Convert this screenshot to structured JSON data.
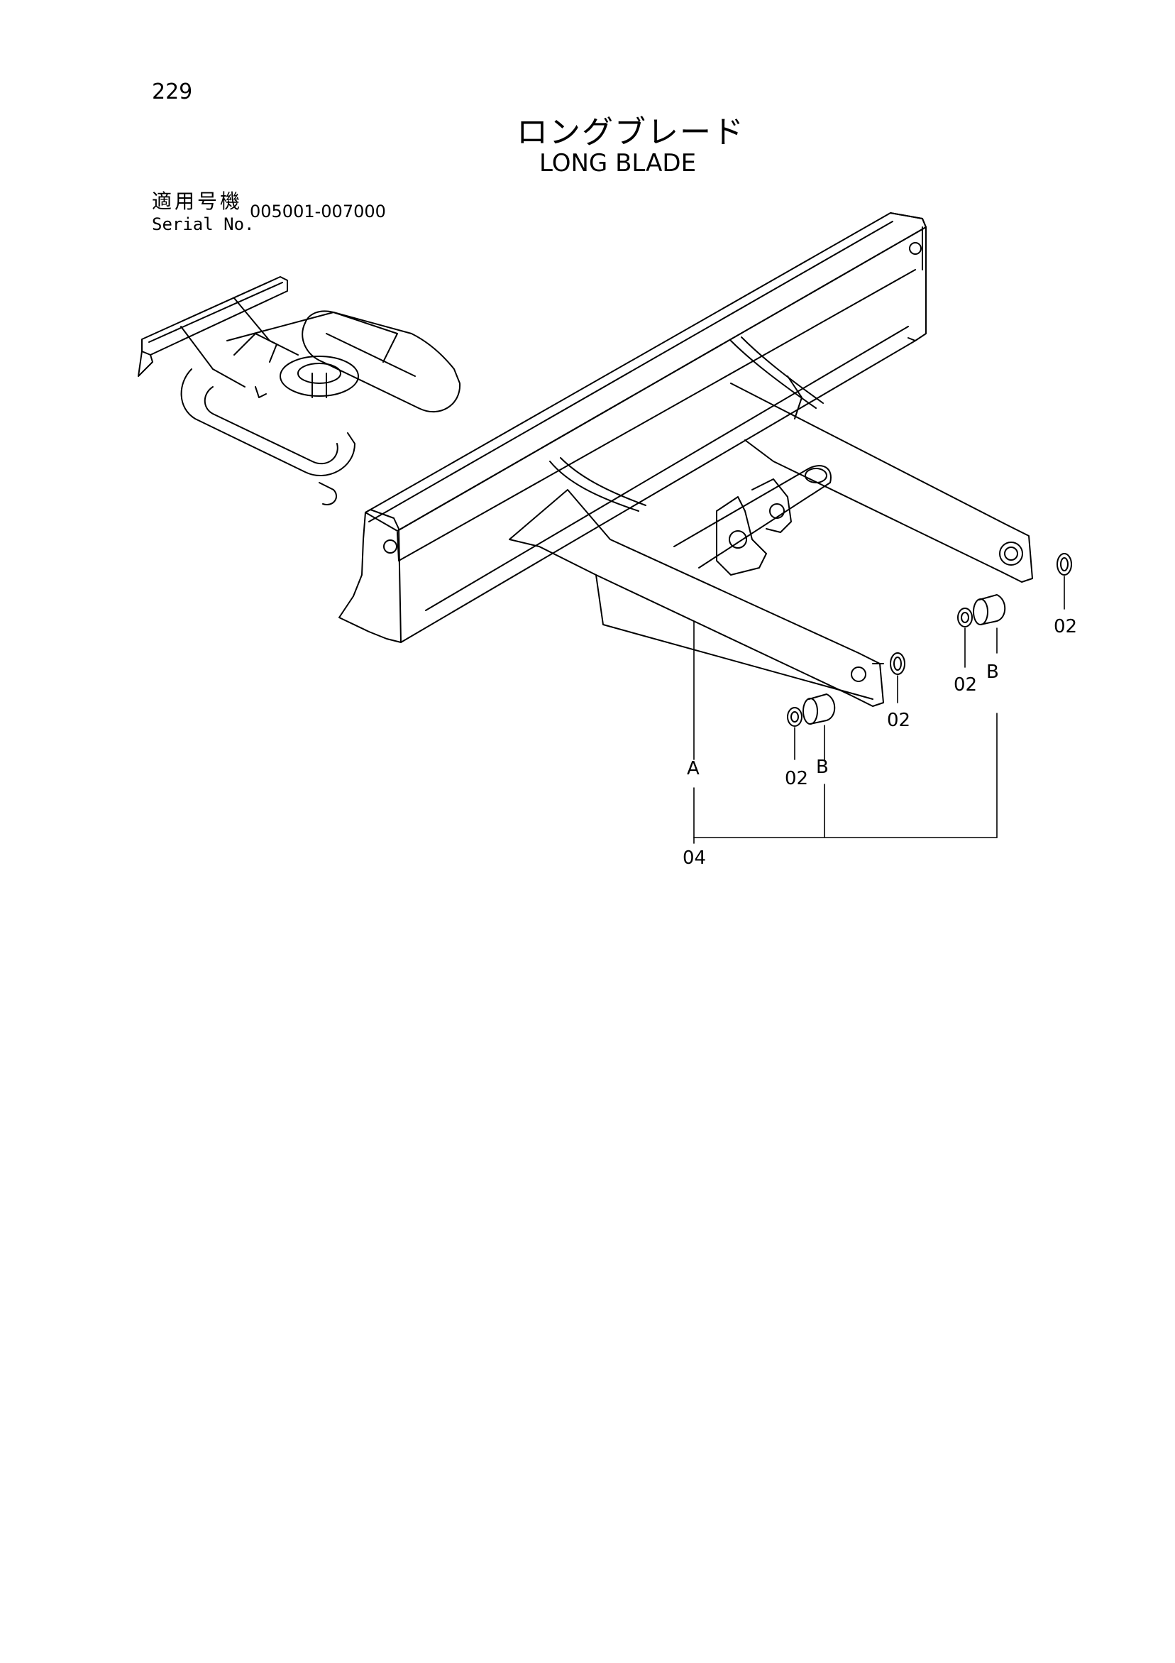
{
  "page_number": "229",
  "title_jp": "ロングブレード",
  "title_en": "LONG BLADE",
  "serial": {
    "label_jp": "適用号機",
    "label_en": "Serial No.",
    "range": "005001-007000"
  },
  "callouts": {
    "part_02_a": "02",
    "part_02_b": "02",
    "part_02_c": "02",
    "part_02_d": "02",
    "sub_a": "A",
    "sub_b_left": "B",
    "sub_b_right": "B",
    "part_04": "04"
  }
}
